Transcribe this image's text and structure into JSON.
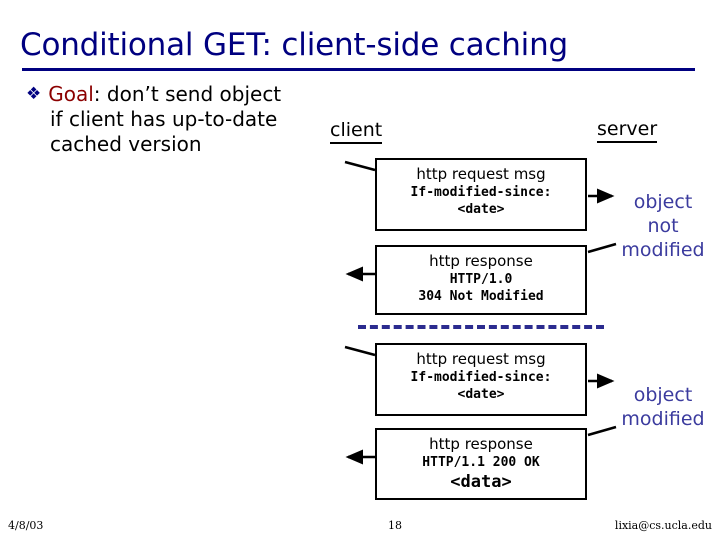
{
  "slide": {
    "title": "Conditional GET: client-side caching",
    "title_color": "#000080",
    "accent_color": "#3b3b9e",
    "goal_color": "#8b0000"
  },
  "bullet": {
    "marker": "❖",
    "label": "Goal",
    "colon": ":",
    "line1_rest": " don’t send object",
    "line2": "if client has up-to-date",
    "line3": "cached version"
  },
  "endpoints": {
    "client": "client",
    "server": "server"
  },
  "messages": [
    {
      "id": "request-1",
      "title": "http request msg",
      "line1": "If-modified-since:",
      "line2": "<date>"
    },
    {
      "id": "response-1",
      "title": "http response",
      "line1": "HTTP/1.0",
      "line2": "304 Not Modified"
    },
    {
      "id": "request-2",
      "title": "http request msg",
      "line1": "If-modified-since:",
      "line2": "<date>"
    },
    {
      "id": "response-2",
      "title": "http response",
      "line1": "HTTP/1.1 200 OK",
      "line2": "<data>"
    }
  ],
  "annotations": {
    "not_modified_l1": "object",
    "not_modified_l2": "not",
    "not_modified_l3": "modified",
    "modified_l1": "object",
    "modified_l2": "modified"
  },
  "footer": {
    "date": "4/8/03",
    "page": "18",
    "email": "lixia@cs.ucla.edu"
  }
}
